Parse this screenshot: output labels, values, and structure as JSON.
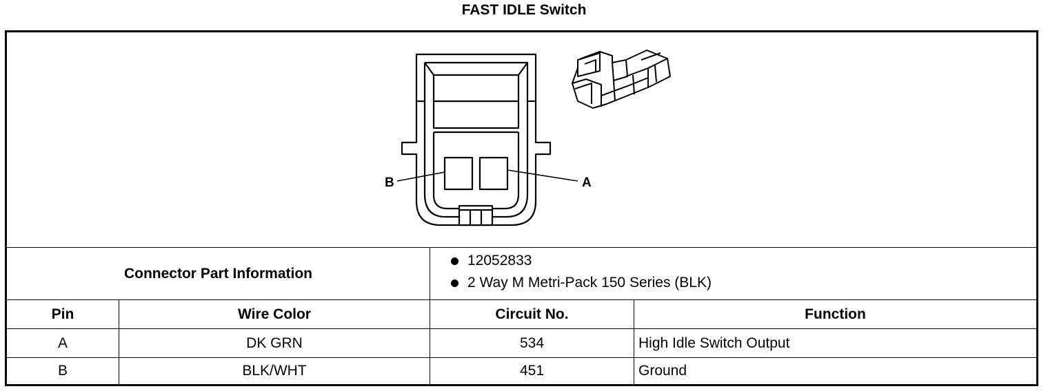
{
  "title": "FAST IDLE Switch",
  "diagram": {
    "pin_labels": [
      "B",
      "A"
    ]
  },
  "connector_info": {
    "label": "Connector Part Information",
    "items": [
      "12052833",
      "2 Way M Metri-Pack 150 Series (BLK)"
    ]
  },
  "table": {
    "headers": [
      "Pin",
      "Wire Color",
      "Circuit No.",
      "Function"
    ],
    "rows": [
      [
        "A",
        "DK GRN",
        "534",
        "High Idle Switch Output"
      ],
      [
        "B",
        "BLK/WHT",
        "451",
        "Ground"
      ]
    ]
  }
}
